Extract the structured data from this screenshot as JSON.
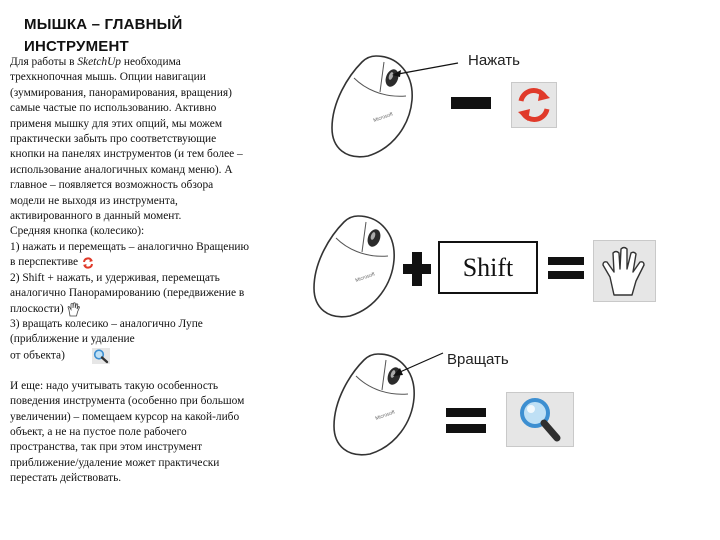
{
  "title": {
    "line1": "МЫШКА – ГЛАВНЫЙ",
    "line2": "ИНСТРУМЕНТ"
  },
  "paragraph1": [
    {
      "pre": "Для работы в ",
      "em": "SketchUp",
      "post": " необходима"
    },
    "трехкнопочная мышь. Опции навигации",
    "(зуммирования, панорамирования, вращения)",
    "самые частые по использованию. Активно",
    "применя мышку для этих опций, мы можем",
    "практически забыть про соответствующие",
    "кнопки на панелях инструментов (и тем более –",
    "использование аналогичных команд меню). А",
    "главное – появляется возможность обзора",
    "модели не выходя из инструмента,",
    "активированного в данный момент.",
    "Средняя кнопка (колесико):",
    "1) нажать и перемещать – аналогично Вращению",
    "в перспективе",
    "2) Shift + нажать, и удерживая, перемещать",
    "аналогично Панорамированию (передвижение в",
    "плоскости)",
    "3) вращать колесико – аналогично Лупе",
    "(приближение и удаление",
    "от объекта)"
  ],
  "paragraph2": [
    "И еще: надо учитывать такую особенность",
    "поведения инструмента (особенно при большом",
    "увеличении) – помещаем курсор на какой-либо",
    "объект, а не на пустое поле рабочего",
    "пространства, так при этом инструмент",
    "приближение/удаление может практически",
    "перестать действовать."
  ],
  "callouts": {
    "press": "Нажать",
    "rotate": "Вращать"
  },
  "shift_key": "Shift",
  "icons": [
    "mouse-icon",
    "equals-icon",
    "orbit-icon",
    "plus-icon",
    "pan-hand-icon",
    "zoom-magnifier-icon"
  ],
  "colors": {
    "orbit_red": "#e03a2a",
    "wheel_dark": "#2b2b2b",
    "tile_bg": "#e6e6e6",
    "magnifier_blue": "#3d8fd1"
  }
}
